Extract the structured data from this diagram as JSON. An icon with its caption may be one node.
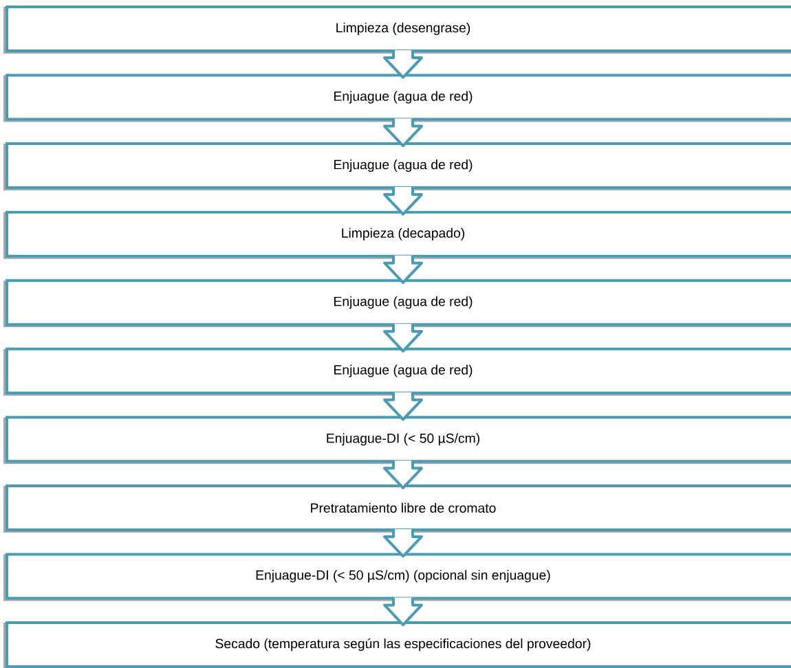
{
  "diagram": {
    "nodes": [
      {
        "text": [
          "Limpieza (desengrase)"
        ]
      },
      {
        "text": [
          "Enjuague (agua de red)"
        ]
      },
      {
        "text": [
          "Enjuague (agua de red)"
        ]
      },
      {
        "text": [
          "Limpieza (decapado)"
        ]
      },
      {
        "text": [
          "Enjuague (agua de red)"
        ]
      },
      {
        "text": [
          "Enjuague (agua de red)"
        ]
      },
      {
        "text": [
          "Enjuague-DI (< 50 µS/cm)"
        ]
      },
      {
        "text": [
          "Pretratamiento libre de cromato"
        ]
      },
      {
        "text": [
          "Enjuague-DI (< 50 µS/cm) (opcional sin enjuague)"
        ]
      },
      {
        "text": [
          "Secado (temperatura según las especificaciones del proveedor)"
        ]
      }
    ],
    "edges": [
      {
        "from": 0,
        "to": 1,
        "arrow": "to"
      },
      {
        "from": 1,
        "to": 2,
        "arrow": "to"
      },
      {
        "from": 2,
        "to": 3,
        "arrow": "to"
      },
      {
        "from": 3,
        "to": 4,
        "arrow": "to"
      },
      {
        "from": 4,
        "to": 5,
        "arrow": "to"
      },
      {
        "from": 5,
        "to": 6,
        "arrow": "to"
      },
      {
        "from": 6,
        "to": 7,
        "arrow": "to"
      },
      {
        "from": 7,
        "to": 8,
        "arrow": "to"
      },
      {
        "from": 8,
        "to": 9,
        "arrow": "to"
      }
    ]
  }
}
